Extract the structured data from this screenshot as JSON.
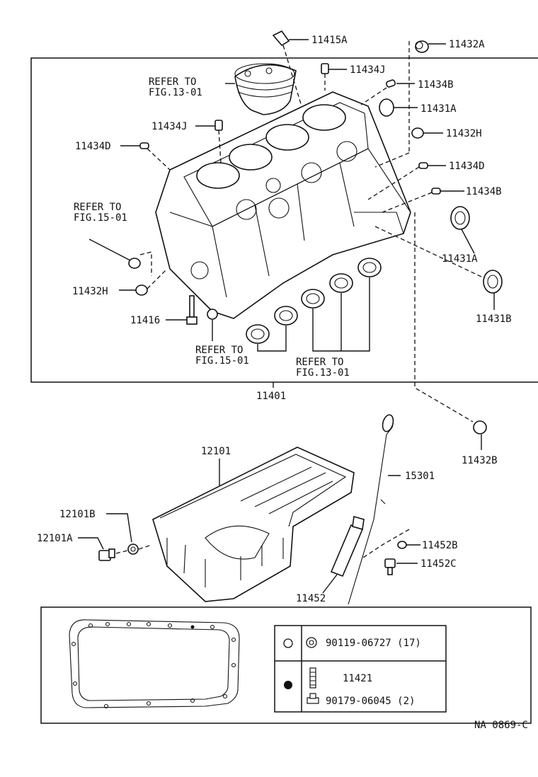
{
  "labels": {
    "l11415A": "11415A",
    "l11432A": "11432A",
    "l11434J_top": "11434J",
    "l11434B_top": "11434B",
    "l11431A_top": "11431A",
    "l11432H_right": "11432H",
    "l11434D_right": "11434D",
    "l11434B_right": "11434B",
    "l11431A_mid": "11431A",
    "l11431B": "11431B",
    "l11434J_left": "11434J",
    "l11434D_left": "11434D",
    "l11432H_left": "11432H",
    "l11416": "11416",
    "l11401": "11401",
    "l11432B": "11432B",
    "l12101": "12101",
    "l15301": "15301",
    "l12101B": "12101B",
    "l12101A": "12101A",
    "l11452B": "11452B",
    "l11452C": "11452C",
    "l11452": "11452",
    "l11421": "11421",
    "code": "NA  0869-C"
  },
  "refs": {
    "piston_line1": "REFER TO",
    "piston_line2": "FIG.13-01",
    "left_line1": "REFER TO",
    "left_line2": "FIG.15-01",
    "bottom_left_line1": "REFER TO",
    "bottom_left_line2": "FIG.15-01",
    "bottom_right_line1": "REFER TO",
    "bottom_right_line2": "FIG.13-01"
  },
  "legend": {
    "row1_text": "90119-06727 (17)",
    "row2_text": "90179-06045 (2)"
  }
}
